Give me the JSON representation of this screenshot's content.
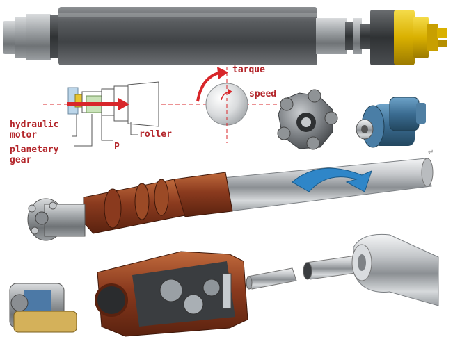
{
  "diagram": {
    "labels": {
      "torque": "tarque",
      "speed": "speed",
      "hydraulic_motor": "hydraulic\nmotor",
      "planetary_gear": "planetary\ngear",
      "p": "P",
      "roller": "roller"
    },
    "return_mark": "↵"
  },
  "colors": {
    "label_red": "#b3262b",
    "arrow_red": "#d8262a",
    "motor_yellow": "#e9c000",
    "roller_gray": "#55585b",
    "gearbox_copper": "#8a3a1e",
    "gearbox_blue": "#3b6c91",
    "accent_blue": "#2f86c8"
  }
}
